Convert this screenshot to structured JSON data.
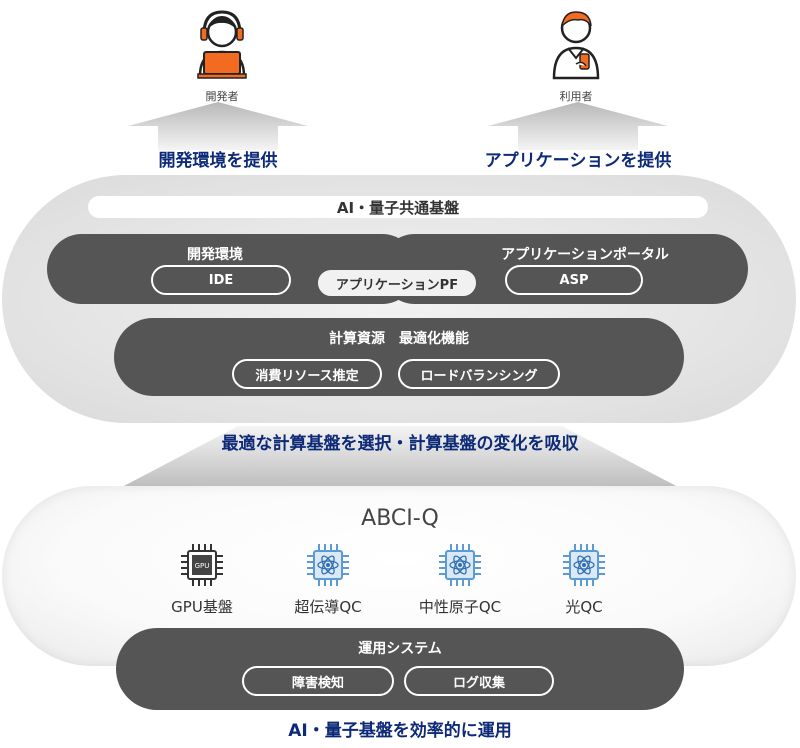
{
  "actors": {
    "developer": "開発者",
    "user": "利用者"
  },
  "arrows": {
    "left_caption": "開発環境を提供",
    "right_caption": "アプリケーションを提供"
  },
  "platform": {
    "title": "AI・量子共通基盤",
    "dev_env": {
      "title": "開発環境",
      "item": "IDE"
    },
    "app_portal": {
      "title": "アプリケーションポータル",
      "item": "ASP"
    },
    "shared_item": "アプリケーションPF",
    "resource": {
      "title": "計算資源　最適化機能",
      "items": [
        "消費リソース推定",
        "ロードバランシング"
      ]
    }
  },
  "middle_caption": "最適な計算基盤を選択・計算基盤の変化を吸収",
  "abci": {
    "title": "ABCI-Q",
    "chips": [
      {
        "label": "GPU基盤",
        "icon": "gpu-chip-icon",
        "chip_text": "GPU"
      },
      {
        "label": "超伝導QC",
        "icon": "atom-chip-icon"
      },
      {
        "label": "中性原子QC",
        "icon": "atom-chip-icon"
      },
      {
        "label": "光QC",
        "icon": "atom-chip-icon"
      }
    ],
    "operations": {
      "title": "運用システム",
      "items": [
        "障害検知",
        "ログ収集"
      ]
    }
  },
  "bottom_caption": "AI・量子基盤を効率的に運用",
  "colors": {
    "accent_orange": "#f26b21",
    "caption_navy": "#0d2a78",
    "dark_pill": "#555555",
    "chip_blue": "#5b9bd5"
  }
}
